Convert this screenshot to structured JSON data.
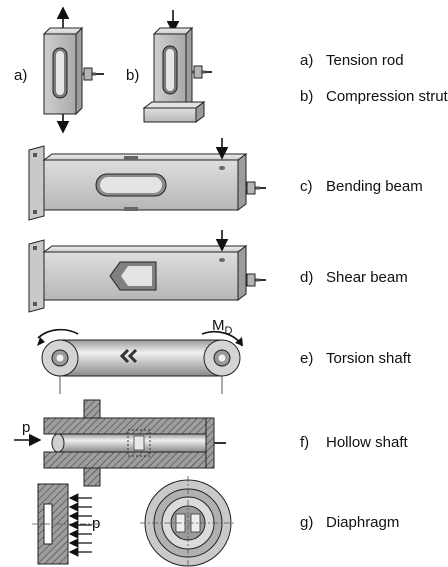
{
  "figure": {
    "inline_labels": {
      "a": "a)",
      "b": "b)",
      "p1": "p",
      "p2": "p",
      "md_main": "M",
      "md_sub": "D"
    },
    "captions": [
      {
        "letter": "a)",
        "text": "Tension rod"
      },
      {
        "letter": "b)",
        "text": "Compression strut"
      },
      {
        "letter": "c)",
        "text": "Bending beam"
      },
      {
        "letter": "d)",
        "text": "Shear beam"
      },
      {
        "letter": "e)",
        "text": "Torsion shaft"
      },
      {
        "letter": "f)",
        "text": "Hollow shaft"
      },
      {
        "letter": "g)",
        "text": "Diaphragm"
      }
    ]
  },
  "colors": {
    "metal_light": "#d9d9d9",
    "metal_mid": "#bdbdbd",
    "metal_dark": "#8f8f8f",
    "outline": "#222222"
  }
}
